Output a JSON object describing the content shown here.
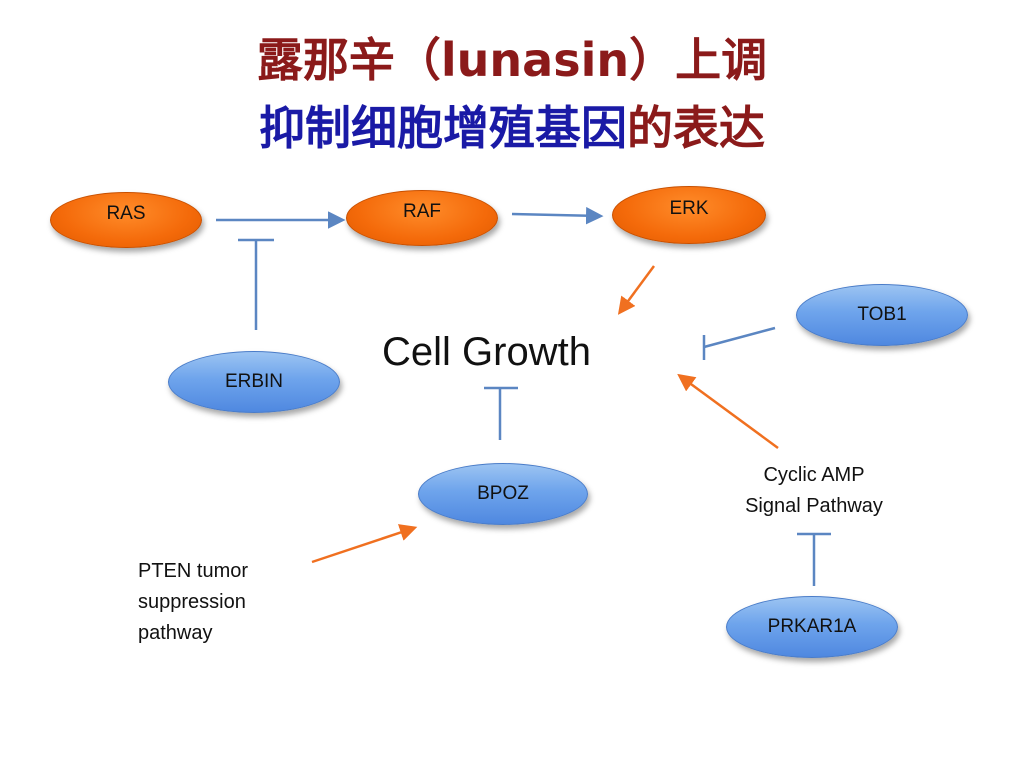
{
  "title": {
    "line1": "露那辛（lunasin）上调",
    "line2_blue": "抑制细胞增殖基因",
    "line2_red": "的表达"
  },
  "nodes": {
    "ras": "RAS",
    "raf": "RAF",
    "erk": "ERK",
    "tob1": "TOB1",
    "erbin": "ERBIN",
    "bpoz": "BPOZ",
    "prkar1a": "PRKAR1A"
  },
  "center_label": "Cell Growth",
  "camp": {
    "line1": "Cyclic AMP",
    "line2": "Signal Pathway"
  },
  "pten": {
    "line1": "PTEN tumor",
    "line2": "suppression",
    "line3": "pathway"
  },
  "colors": {
    "title_red": "#8b1a1a",
    "title_blue": "#1a1aa6",
    "orange_node": "#f46a0a",
    "blue_node": "#6ea4ec",
    "blue_line": "#5b86c2",
    "orange_line": "#f07020"
  }
}
